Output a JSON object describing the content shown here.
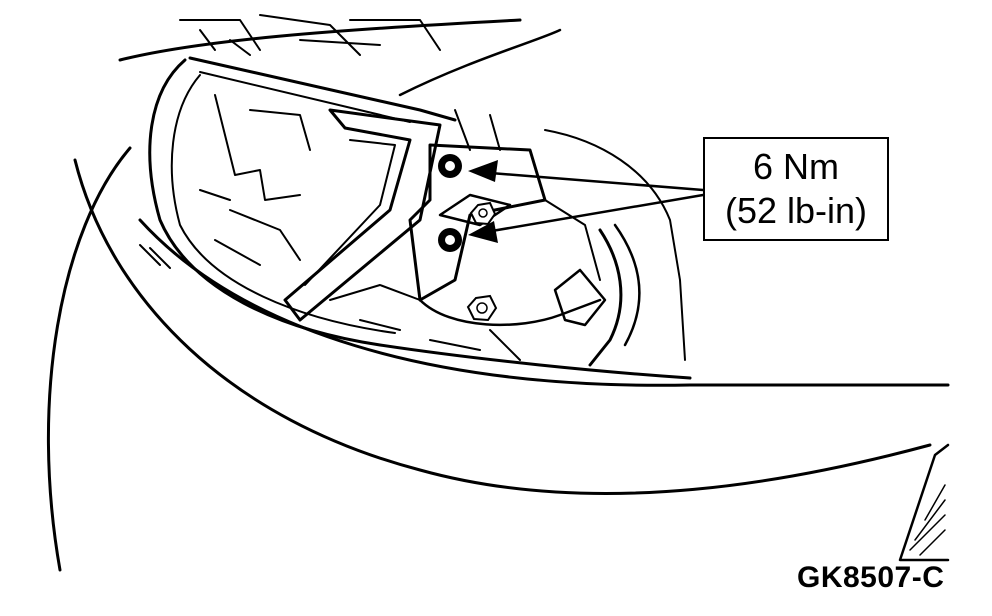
{
  "callout": {
    "line1": "6 Nm",
    "line2": "(52 lb-in)"
  },
  "figure_id": "GK8507-C",
  "colors": {
    "ink": "#000000",
    "paper": "#ffffff"
  }
}
